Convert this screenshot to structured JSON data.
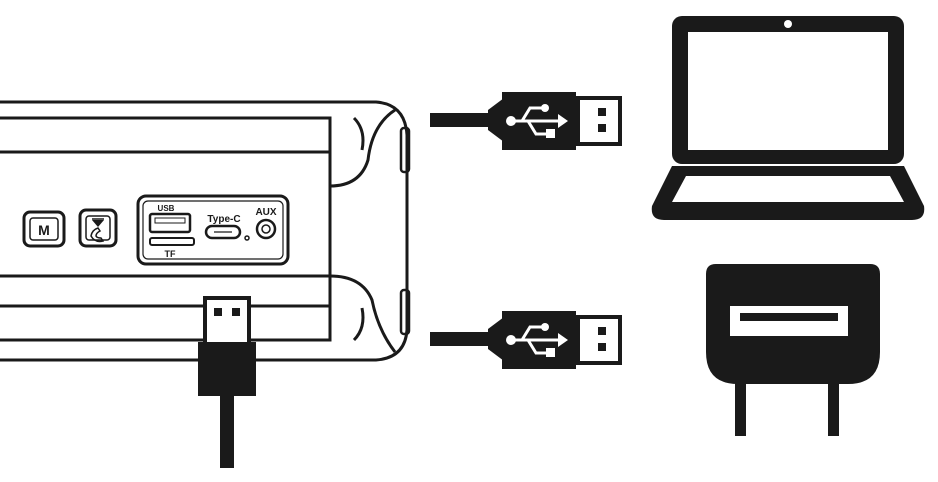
{
  "diagram": {
    "speaker": {
      "buttons": [
        "M",
        "play-pause-phone"
      ],
      "port_panel": {
        "usb_label": "USB",
        "tf_label": "TF",
        "typec_label": "Type-C",
        "aux_label": "AUX"
      }
    },
    "connections": [
      {
        "from": "speaker-type-c-port",
        "to": "laptop-usb"
      },
      {
        "from": "speaker-type-c-port",
        "to": "wall-charger-usb"
      }
    ],
    "icons": [
      "usb-trident-icon",
      "laptop-icon",
      "wall-charger-icon"
    ],
    "colors": {
      "ink": "#1a1a1a",
      "background": "#ffffff"
    }
  }
}
